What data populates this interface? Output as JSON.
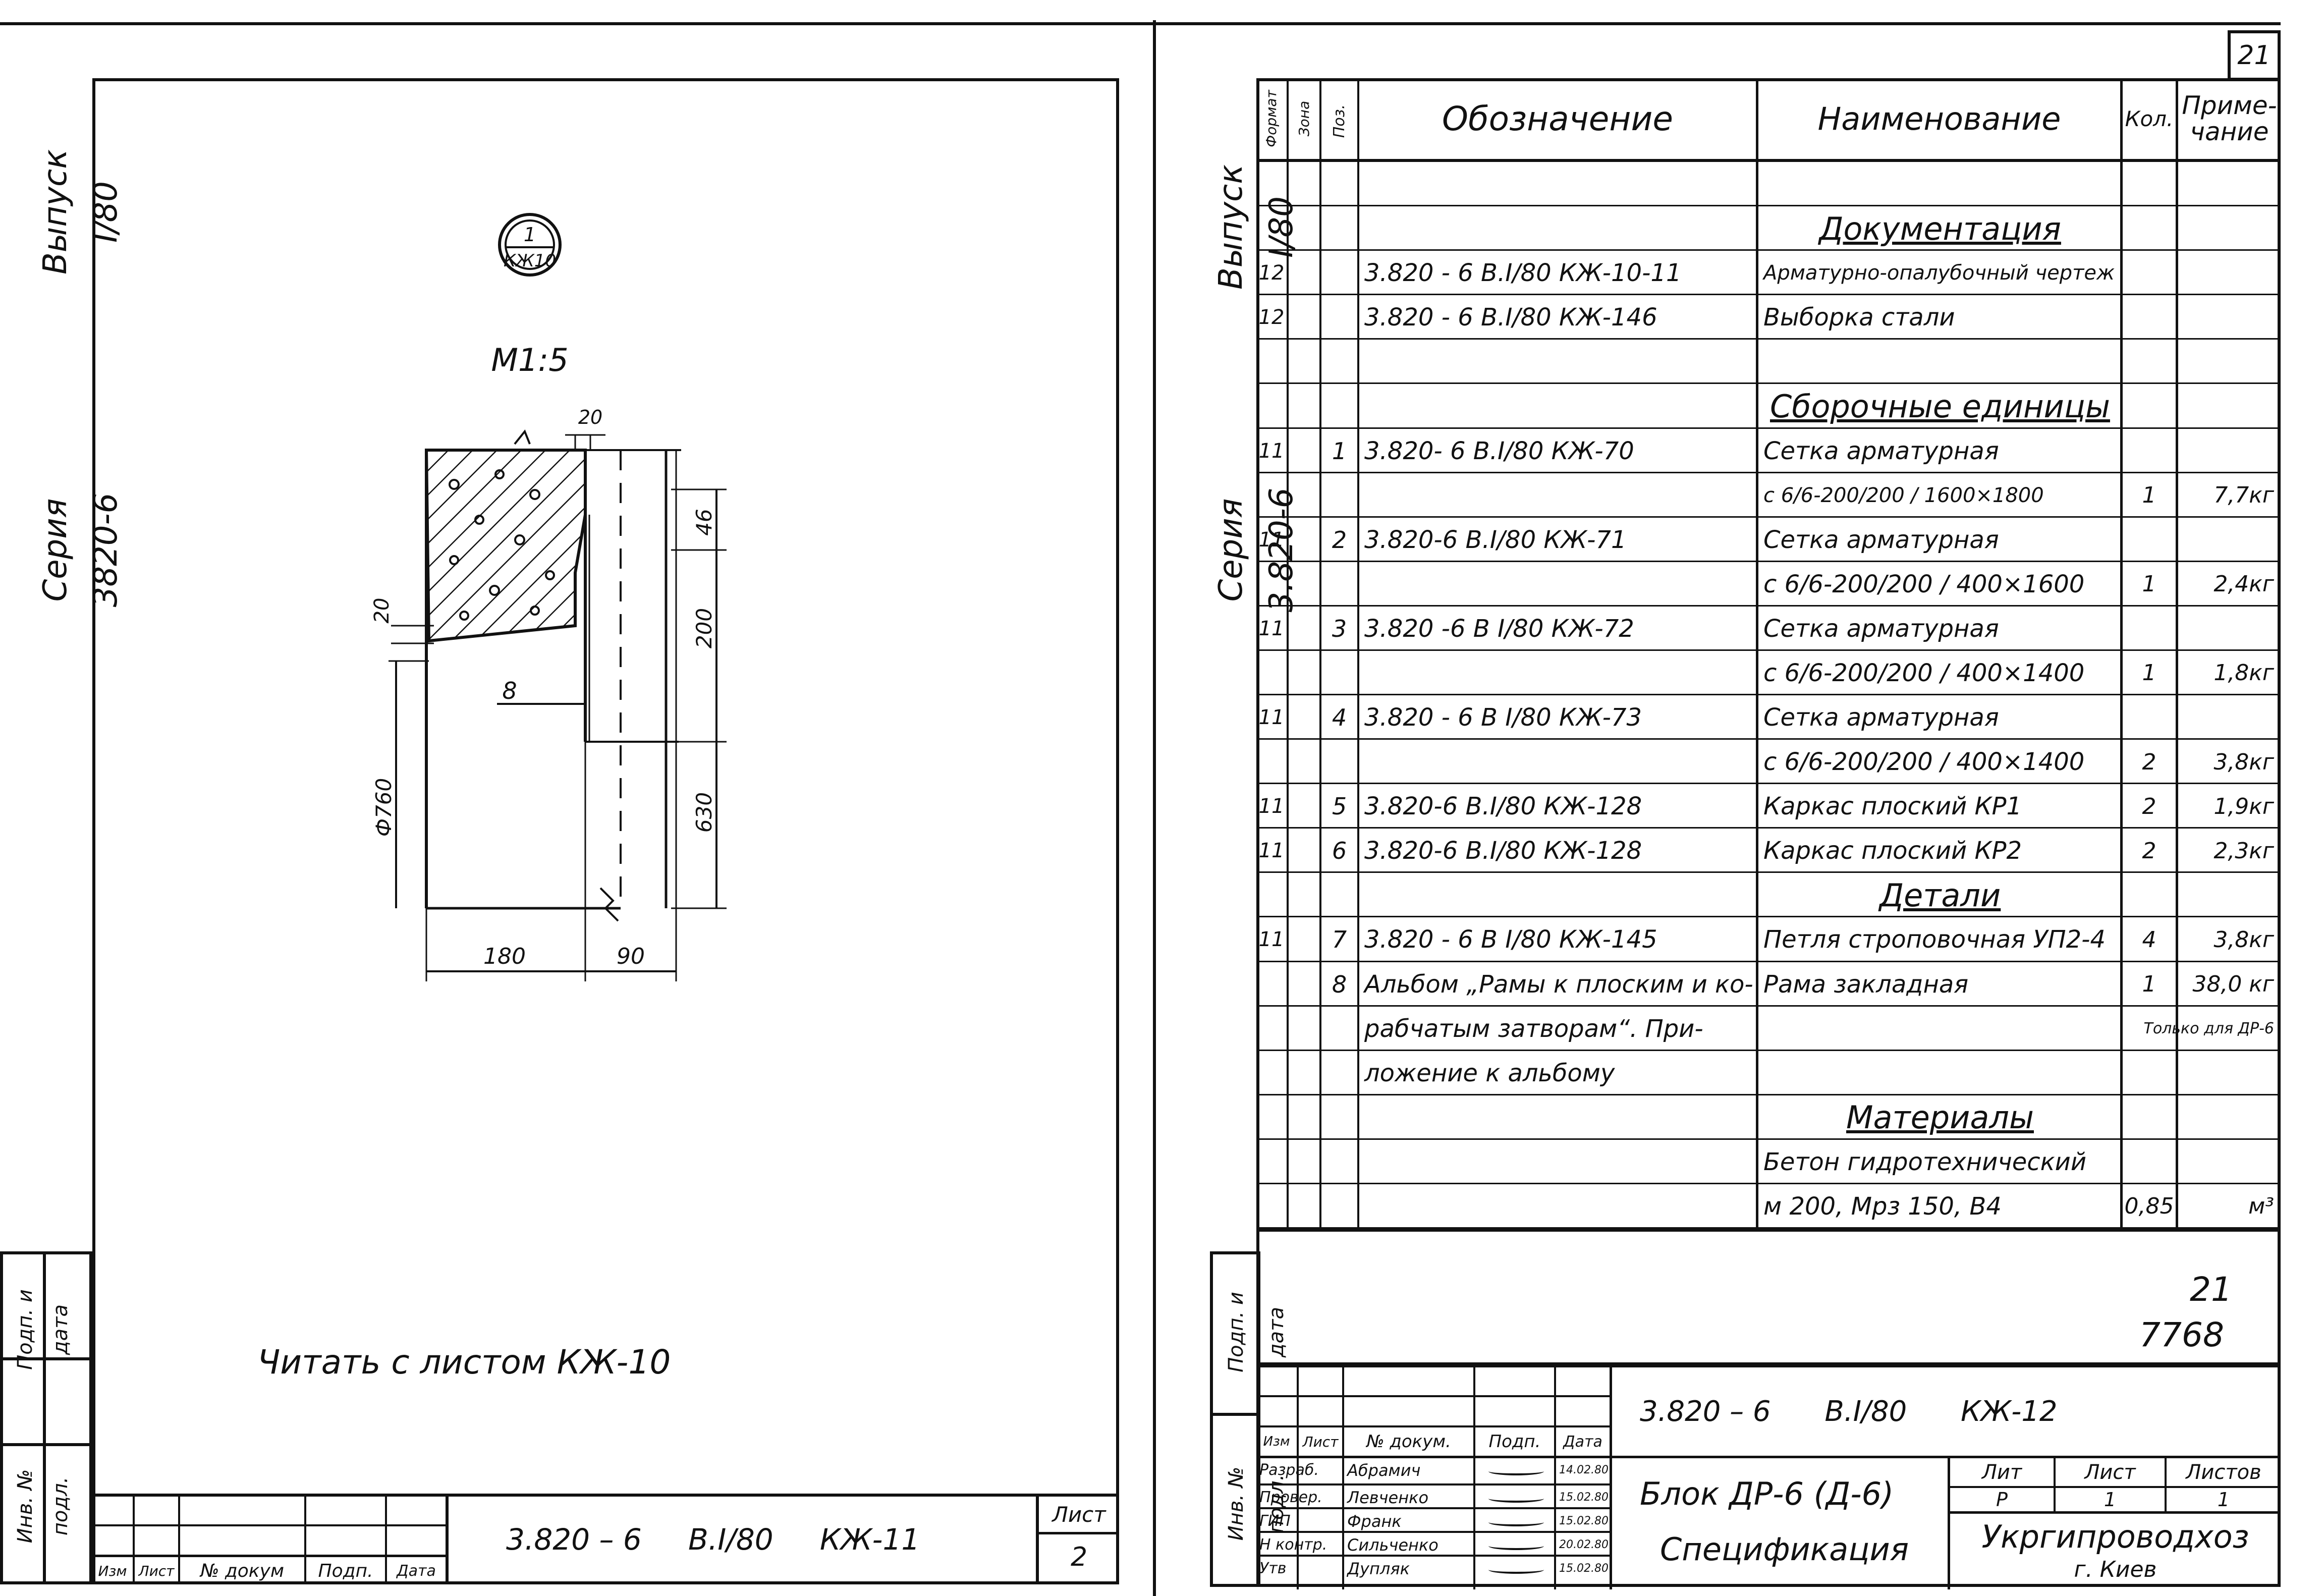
{
  "left_sheet": {
    "side_vypusk": "Выпуск I/80",
    "side_series": "Серия 3820-6",
    "section_mark_num": "1",
    "section_mark_ref": "КЖ10",
    "scale": "М1:5",
    "dims": {
      "top_20": "20",
      "d46": "46",
      "d200": "200",
      "d630": "630",
      "left_20": "20",
      "d8": "8",
      "phi760": "Ф760",
      "d180": "180",
      "d90": "90"
    },
    "note": "Читать с листом КЖ-10",
    "stamp_headers": [
      "Изм",
      "Лист",
      "№ докум",
      "Подп.",
      "Дата"
    ],
    "stamp_code": "3.820 – 6     В.I/80     КЖ-11",
    "sheet_label": "Лист",
    "sheet_no": "2",
    "margin_labels": [
      "Инв. № подл.",
      "Подп. и дата"
    ]
  },
  "right_sheet": {
    "corner_no": "21",
    "side_vypusk": "Выпуск I/80",
    "side_series": "Серия 3.820-6",
    "margin_labels": [
      "Инв. № подл.",
      "Подп. и дата"
    ],
    "headers": {
      "format": "Формат",
      "zone": "Зона",
      "pos": "Поз.",
      "designation": "Обозначение",
      "name": "Наименование",
      "qty": "Кол.",
      "note": "Приме- чание"
    },
    "rows": [
      {
        "f": "",
        "p": "",
        "d": "",
        "n": "",
        "q": "",
        "m": ""
      },
      {
        "f": "",
        "p": "",
        "d": "",
        "n": "Документация",
        "q": "",
        "m": "",
        "section": true
      },
      {
        "f": "12",
        "p": "",
        "d": "3.820 - 6   В.I/80 КЖ-10-11",
        "n": "Арматурно-опалубочный чертеж",
        "q": "",
        "m": ""
      },
      {
        "f": "12",
        "p": "",
        "d": "3.820 - 6   В.I/80 КЖ-146",
        "n": "Выборка стали",
        "q": "",
        "m": ""
      },
      {
        "f": "",
        "p": "",
        "d": "",
        "n": "",
        "q": "",
        "m": ""
      },
      {
        "f": "",
        "p": "",
        "d": "",
        "n": "Сборочные единицы",
        "q": "",
        "m": "",
        "section": true
      },
      {
        "f": "11",
        "p": "1",
        "d": "3.820- 6   В.I/80 КЖ-70",
        "n": "Сетка арматурная",
        "q": "",
        "m": ""
      },
      {
        "f": "",
        "p": "",
        "d": "",
        "n": "с 6/6-200/200 / 1600×1800",
        "q": "1",
        "m": "7,7кг"
      },
      {
        "f": "11",
        "p": "2",
        "d": "3.820-6   В.I/80 КЖ-71",
        "n": "Сетка арматурная",
        "q": "",
        "m": ""
      },
      {
        "f": "",
        "p": "",
        "d": "",
        "n": "с 6/6-200/200 / 400×1600",
        "q": "1",
        "m": "2,4кг"
      },
      {
        "f": "11",
        "p": "3",
        "d": "3.820 -6   В I/80 КЖ-72",
        "n": "Сетка арматурная",
        "q": "",
        "m": ""
      },
      {
        "f": "",
        "p": "",
        "d": "",
        "n": "с 6/6-200/200 / 400×1400",
        "q": "1",
        "m": "1,8кг"
      },
      {
        "f": "11",
        "p": "4",
        "d": "3.820 - 6   В I/80 КЖ-73",
        "n": "Сетка арматурная",
        "q": "",
        "m": ""
      },
      {
        "f": "",
        "p": "",
        "d": "",
        "n": "с 6/6-200/200 / 400×1400",
        "q": "2",
        "m": "3,8кг"
      },
      {
        "f": "11",
        "p": "5",
        "d": "3.820-6    В.I/80 КЖ-128",
        "n": "Каркас плоский КР1",
        "q": "2",
        "m": "1,9кг"
      },
      {
        "f": "11",
        "p": "6",
        "d": "3.820-6    В.I/80 КЖ-128",
        "n": "Каркас плоский КР2",
        "q": "2",
        "m": "2,3кг"
      },
      {
        "f": "",
        "p": "",
        "d": "",
        "n": "Детали",
        "q": "",
        "m": "",
        "section": true
      },
      {
        "f": "11",
        "p": "7",
        "d": "3.820 - 6   В I/80 КЖ-145",
        "n": "Петля строповочная УП2-4",
        "q": "4",
        "m": "3,8кг"
      },
      {
        "f": "",
        "p": "8",
        "d": "Альбом „Рамы к плоским и ко-",
        "n": "Рама закладная",
        "q": "1",
        "m": "38,0 кг"
      },
      {
        "f": "",
        "p": "",
        "d": "рабчатым затворам“. При-",
        "n": "",
        "q": "",
        "m": "Только для ДР-6"
      },
      {
        "f": "",
        "p": "",
        "d": "ложение к альбому",
        "n": "",
        "q": "",
        "m": ""
      },
      {
        "f": "",
        "p": "",
        "d": "",
        "n": "Материалы",
        "q": "",
        "m": "",
        "section": true
      },
      {
        "f": "",
        "p": "",
        "d": "",
        "n": "Бетон гидротехнический",
        "q": "",
        "m": ""
      },
      {
        "f": "",
        "p": "",
        "d": "",
        "n": "м 200, Мрз 150, В4",
        "q": "0,85",
        "m": "м³"
      }
    ],
    "handwritten_1": "21",
    "handwritten_2": "7768",
    "stamp": {
      "code": "3.820 – 6      В.I/80      КЖ-12",
      "headers": [
        "Изм",
        "Лист",
        "№ докум.",
        "Подп.",
        "Дата"
      ],
      "people": [
        {
          "role": "Разраб.",
          "name": "Абрамич",
          "date": "14.02.80"
        },
        {
          "role": "Провер.",
          "name": "Левченко",
          "date": "15.02.80"
        },
        {
          "role": "ГИП",
          "name": "Франк",
          "date": "15.02.80"
        },
        {
          "role": "Н контр.",
          "name": "Сильченко",
          "date": "20.02.80"
        },
        {
          "role": "Утв",
          "name": "Дупляк",
          "date": "15.02.80"
        }
      ],
      "title_1": "Блок ДР-6 (Д-6)",
      "title_2": "Спецификация",
      "lit_label": "Лит",
      "list_label": "Лист",
      "listov_label": "Листов",
      "lit": "Р",
      "list": "1",
      "listov": "1",
      "org": "Укргипроводхоз",
      "city": "г. Киев"
    }
  }
}
